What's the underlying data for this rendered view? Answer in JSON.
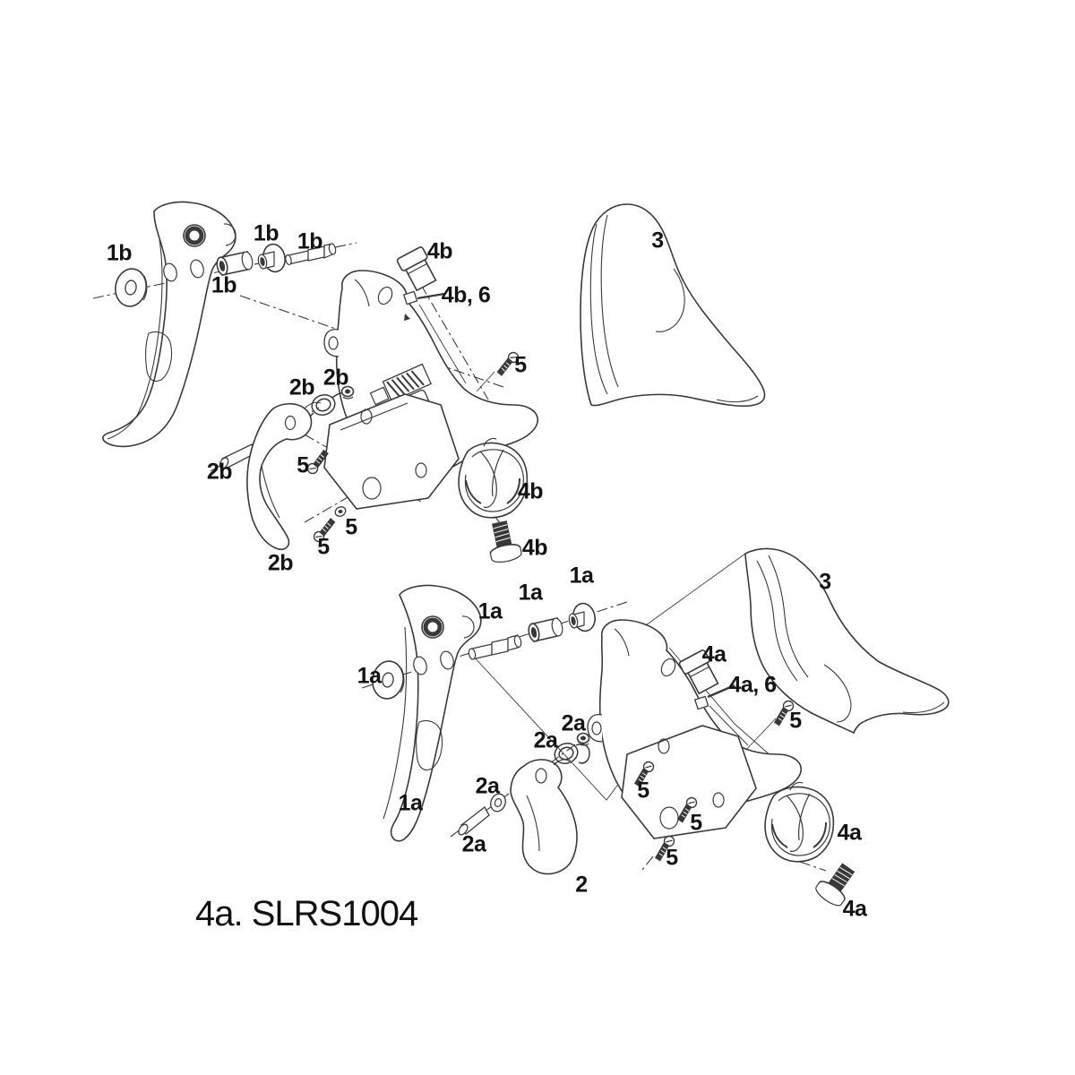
{
  "figure": {
    "caption": "4a. SLRS1004",
    "colors": {
      "line": "#3a3a3a",
      "label": "#141414",
      "background": "#ffffff"
    },
    "callouts": [
      {
        "text": "1b"
      },
      {
        "text": "1b"
      },
      {
        "text": "1b"
      },
      {
        "text": "1b"
      },
      {
        "text": "4b"
      },
      {
        "text": "4b, 6"
      },
      {
        "text": "3"
      },
      {
        "text": "5"
      },
      {
        "text": "2b"
      },
      {
        "text": "2b"
      },
      {
        "text": "2b"
      },
      {
        "text": "5"
      },
      {
        "text": "5"
      },
      {
        "text": "5"
      },
      {
        "text": "2b"
      },
      {
        "text": "4b"
      },
      {
        "text": "4b"
      },
      {
        "text": "1a"
      },
      {
        "text": "1a"
      },
      {
        "text": "1a"
      },
      {
        "text": "1a"
      },
      {
        "text": "1a"
      },
      {
        "text": "3"
      },
      {
        "text": "4a"
      },
      {
        "text": "4a, 6"
      },
      {
        "text": "2a"
      },
      {
        "text": "2a"
      },
      {
        "text": "2a"
      },
      {
        "text": "2a"
      },
      {
        "text": "5"
      },
      {
        "text": "5"
      },
      {
        "text": "5"
      },
      {
        "text": "5"
      },
      {
        "text": "2"
      },
      {
        "text": "4a"
      },
      {
        "text": "4a"
      }
    ]
  }
}
